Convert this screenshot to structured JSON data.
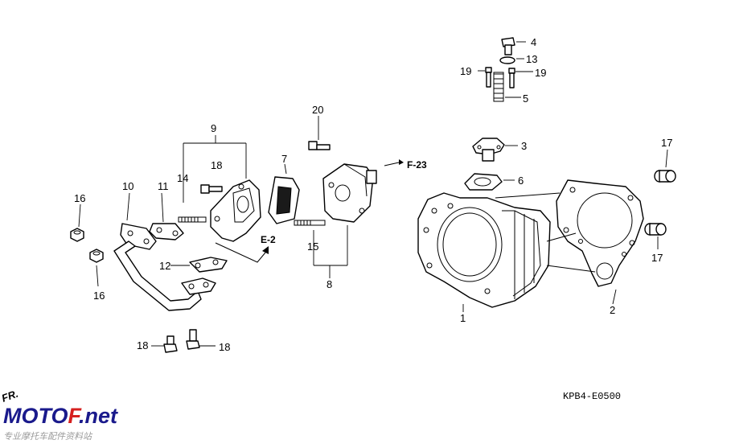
{
  "callouts": {
    "c4": "4",
    "c13": "13",
    "c19a": "19",
    "c19b": "19",
    "c5": "5",
    "c3": "3",
    "c6": "6",
    "c17a": "17",
    "c17b": "17",
    "c9": "9",
    "c14": "14",
    "c18a": "18",
    "c7": "7",
    "c20": "20",
    "c10": "10",
    "c11": "11",
    "c16a": "16",
    "c16b": "16",
    "c12": "12",
    "c15": "15",
    "c8": "8",
    "c1": "1",
    "c2": "2",
    "c18b": "18",
    "c18c": "18"
  },
  "references": {
    "f23": "F-23",
    "e2": "E-2"
  },
  "diagram_code": "KPB4-E0500",
  "watermark": {
    "badge": "FR.",
    "brand_prefix": "MOTO",
    "brand_accent": "F",
    "brand_suffix": ".net",
    "tagline": "专业摩托车配件资料站"
  },
  "colors": {
    "brand": "#1a1a8c",
    "brand_accent": "#d6201f"
  }
}
